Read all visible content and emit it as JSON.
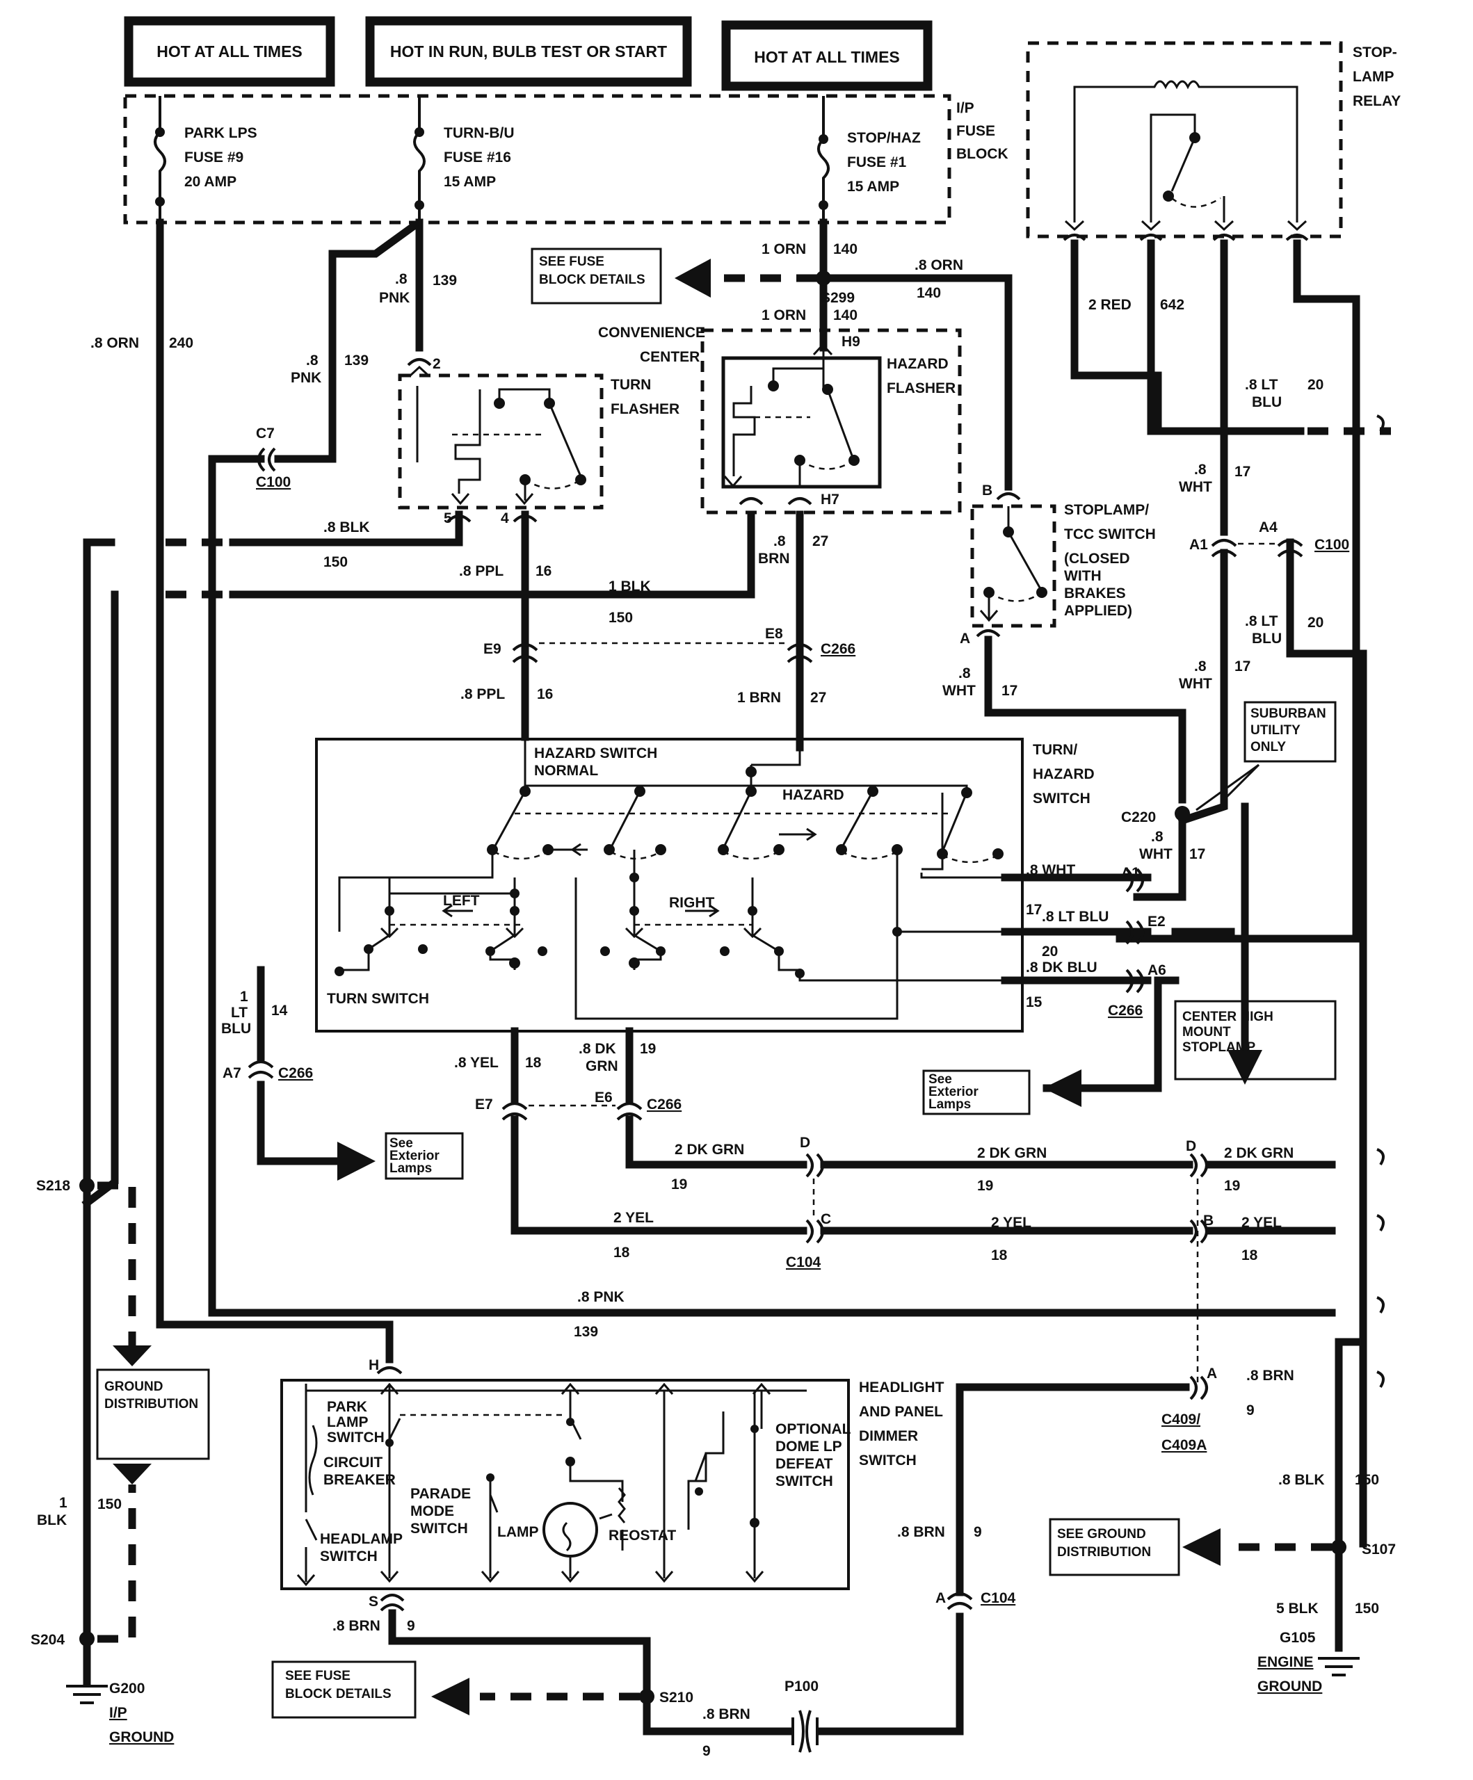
{
  "power": {
    "hot1": "HOT AT ALL TIMES",
    "hot2": "HOT IN RUN, BULB TEST OR START",
    "hot3": "HOT AT ALL TIMES"
  },
  "fuse_block": {
    "label": [
      "I/P",
      "FUSE",
      "BLOCK"
    ],
    "fuse1": [
      "PARK LPS",
      "FUSE #9",
      "20 AMP"
    ],
    "fuse2": [
      "TURN-B/U",
      "FUSE #16",
      "15 AMP"
    ],
    "fuse3": [
      "STOP/HAZ",
      "FUSE #1",
      "15 AMP"
    ]
  },
  "relay": {
    "label": [
      "STOP-",
      "LAMP",
      "RELAY"
    ]
  },
  "refs": {
    "fuse_details": [
      "SEE FUSE",
      "BLOCK DETAILS"
    ],
    "exterior_lamps": [
      "See",
      "Exterior",
      "Lamps"
    ],
    "ground_distribution": [
      "GROUND",
      "DISTRIBUTION"
    ],
    "see_ground_distribution": [
      "SEE GROUND",
      "DISTRIBUTION"
    ],
    "chmsl": [
      "CENTER HIGH",
      "MOUNT",
      "STOPLAMP"
    ],
    "suburban": [
      "SUBURBAN",
      "UTILITY",
      "ONLY"
    ]
  },
  "components": {
    "convenience_center": [
      "CONVENIENCE",
      "CENTER"
    ],
    "turn_flasher": [
      "TURN",
      "FLASHER"
    ],
    "hazard_flasher": [
      "HAZARD",
      "FLASHER"
    ],
    "stoplamp_switch": [
      "STOPLAMP/",
      "TCC SWITCH",
      "(CLOSED",
      "WITH",
      "BRAKES",
      "APPLIED)"
    ],
    "turn_hazard_switch": [
      "TURN/",
      "HAZARD",
      "SWITCH"
    ],
    "hazard_switch_normal": [
      "HAZARD SWITCH",
      "NORMAL"
    ],
    "hazard": "HAZARD",
    "left": "LEFT",
    "right": "RIGHT",
    "turn_switch": "TURN SWITCH",
    "headlight_switch": [
      "HEADLIGHT",
      "AND PANEL",
      "DIMMER",
      "SWITCH"
    ],
    "park_lamp_switch": [
      "PARK",
      "LAMP",
      "SWITCH"
    ],
    "circuit_breaker": [
      "CIRCUIT",
      "BREAKER"
    ],
    "headlamp_switch": [
      "HEADLAMP",
      "SWITCH"
    ],
    "parade_mode": [
      "PARADE",
      "MODE",
      "SWITCH"
    ],
    "lamp": "LAMP",
    "reostat": "REOSTAT",
    "dome_defeat": [
      "OPTIONAL",
      "DOME LP",
      "DEFEAT",
      "SWITCH"
    ]
  },
  "connectors": {
    "c100": "C100",
    "c7": "C7",
    "c266": "C266",
    "c220": "C220",
    "c104": "C104",
    "c409": [
      "C409/",
      "C409A"
    ],
    "p100": "P100",
    "s299": "S299",
    "s218": "S218",
    "s204": "S204",
    "s210": "S210",
    "s107": "S107",
    "g200": [
      "G200",
      "I/P",
      "GROUND"
    ],
    "g105": [
      "G105",
      "ENGINE",
      "GROUND"
    ]
  },
  "pins": {
    "p2": "2",
    "p5": "5",
    "p4": "4",
    "h9": "H9",
    "h7": "H7",
    "b": "B",
    "a": "A",
    "a1": "A1",
    "a4": "A4",
    "e9": "E9",
    "e8": "E8",
    "e2": "E2",
    "a6": "A6",
    "a7": "A7",
    "e7": "E7",
    "e6": "E6",
    "d": "D",
    "c": "C",
    "h": "H",
    "s": "S"
  },
  "wires": {
    "w240": [
      ".8 ORN",
      "240"
    ],
    "w139a": [
      ".8",
      "PNK",
      "139"
    ],
    "w139b": [
      ".8",
      "PNK",
      "139"
    ],
    "w140a": [
      "1 ORN",
      "140"
    ],
    "w140b": [
      ".8 ORN",
      "140"
    ],
    "w140c": [
      "1 ORN",
      "140"
    ],
    "w2red": [
      "2 RED",
      "642"
    ],
    "w20a": [
      ".8 LT",
      "BLU",
      "20"
    ],
    "w17a": [
      ".8",
      "WHT",
      "17"
    ],
    "w20b": [
      ".8 LT",
      "BLU",
      "20"
    ],
    "w17b": [
      ".8",
      "WHT",
      "17"
    ],
    "w150a": [
      ".8 BLK",
      "150"
    ],
    "w16a": [
      ".8 PPL",
      "16"
    ],
    "w150b": [
      "1 BLK",
      "150"
    ],
    "w27a": [
      ".8",
      "BRN",
      "27"
    ],
    "w16b": [
      ".8 PPL",
      "16"
    ],
    "w27b": [
      "1 BRN",
      "27"
    ],
    "w17c": [
      ".8",
      "WHT",
      "17"
    ],
    "w17d": [
      ".8",
      "WHT",
      "17"
    ],
    "w17e": [
      ".8 WHT",
      "17"
    ],
    "w20c": [
      ".8 LT BLU",
      "20"
    ],
    "w15": [
      ".8 DK BLU",
      "15"
    ],
    "w14": [
      "1",
      "LT",
      "BLU",
      "14"
    ],
    "w18a": [
      ".8 YEL",
      "18"
    ],
    "w19a": [
      ".8 DK",
      "GRN",
      "19"
    ],
    "w19b": [
      "2 DK GRN",
      "19"
    ],
    "w19c": [
      "2 DK GRN",
      "19"
    ],
    "w19d": [
      "2 DK GRN",
      "19"
    ],
    "w18b": [
      "2 YEL",
      "18"
    ],
    "w18c": [
      "2 YEL",
      "18"
    ],
    "w18d": [
      "2 YEL",
      "18"
    ],
    "w139c": [
      ".8 PNK",
      "139"
    ],
    "w9a": [
      ".8 BRN",
      "9"
    ],
    "w150c": [
      ".8 BLK",
      "150"
    ],
    "w9b": [
      ".8 BRN",
      "9"
    ],
    "w150d": [
      "1",
      "BLK",
      "150"
    ],
    "w150e": [
      "5 BLK",
      "150"
    ],
    "w9c": [
      ".8 BRN",
      "9"
    ],
    "w9d": [
      ".8 BRN",
      "9"
    ]
  }
}
